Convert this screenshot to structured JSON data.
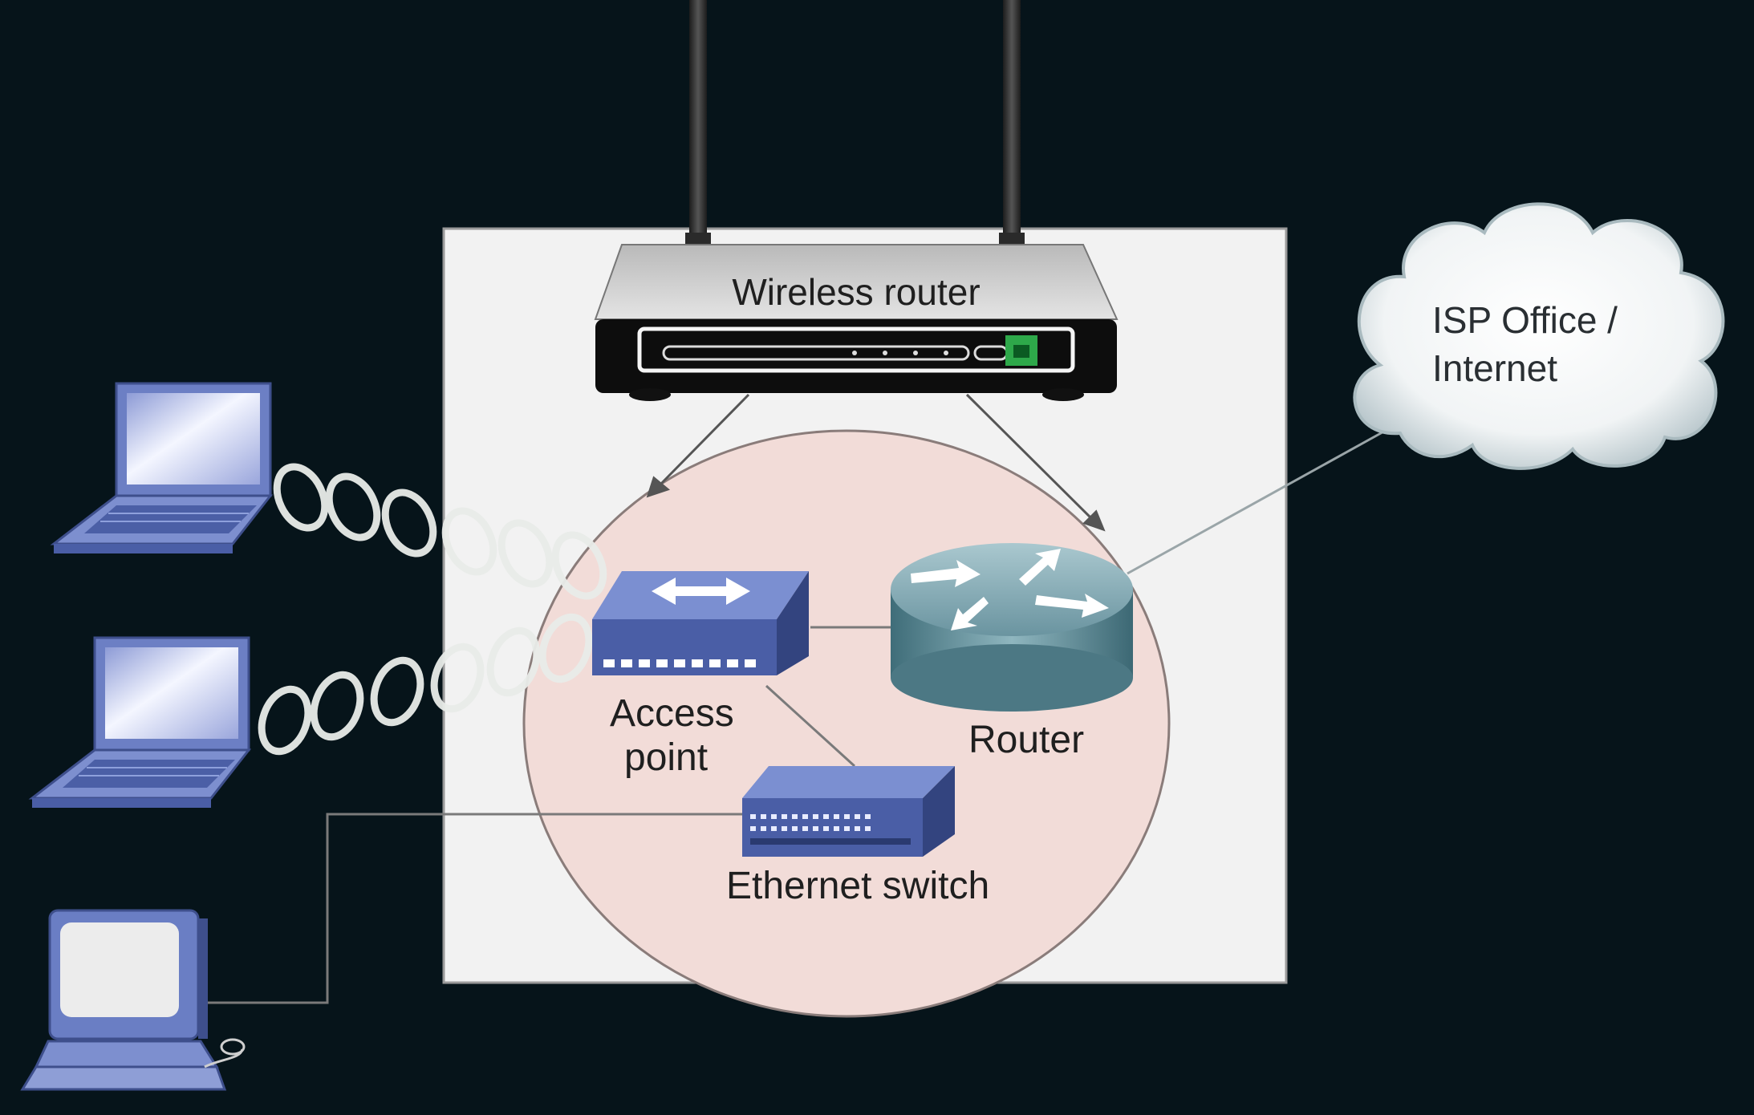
{
  "labels": {
    "wireless_router": "Wireless router",
    "access_point_line1": "Access",
    "access_point_line2": "point",
    "router": "Router",
    "ethernet_switch": "Ethernet switch",
    "isp_line1": "ISP Office /",
    "isp_line2": "Internet"
  },
  "icons": {
    "laptop": "laptop-icon",
    "desktop": "desktop-computer-icon",
    "wireless_router": "wireless-router-icon",
    "access_point": "access-point-icon",
    "router": "router-icon",
    "switch": "ethernet-switch-icon",
    "cloud": "cloud-icon",
    "signal": "wireless-signal-icon"
  },
  "colors": {
    "background": "#06141a",
    "panel": "#f2f2f2",
    "ellipse_fill": "#f2dcd8",
    "device_blue": "#4a5ea6",
    "router_teal": "#6f98a2"
  }
}
